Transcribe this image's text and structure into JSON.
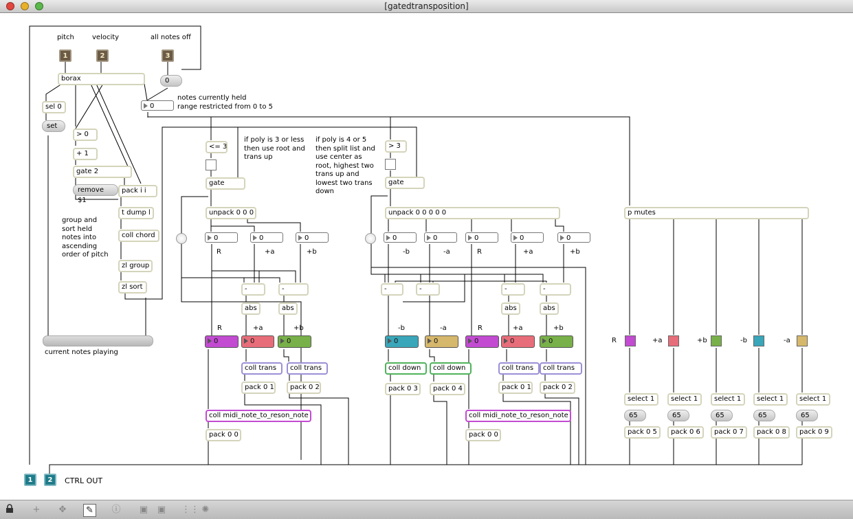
{
  "window": {
    "title": "[gatedtransposition]"
  },
  "inlets": {
    "pitch": {
      "num": "1",
      "label": "pitch"
    },
    "velocity": {
      "num": "2",
      "label": "velocity"
    },
    "all_notes_off": {
      "num": "3",
      "label": "all notes off"
    }
  },
  "objects": {
    "borax": "borax",
    "sel0": "sel 0",
    "gt0": "> 0",
    "plus1": "+ 1",
    "gate2": "gate 2",
    "packii": "pack i i",
    "tdump": "t dump l",
    "collchord": "coll chord",
    "zlgroup": "zl group",
    "zlsort": "zl sort",
    "le3": "<= 3",
    "gate_a": "gate",
    "unpack3": "unpack 0 0 0",
    "gt3": "> 3",
    "gate_b": "gate",
    "unpack5": "unpack 0 0 0 0 0",
    "pmutes": "p mutes",
    "minus": "-",
    "abs": "abs",
    "colltrans": "coll trans",
    "colldown": "coll down",
    "pack01": "pack 0 1",
    "pack02": "pack 0 2",
    "pack03": "pack 0 3",
    "pack04": "pack 0 4",
    "collmidi": "coll midi_note_to_reson_note",
    "pack00": "pack 0 0",
    "select1": "select 1",
    "pack05": "pack 0 5",
    "pack06": "pack 0 6",
    "pack07": "pack 0 7",
    "pack08": "pack 0 8",
    "pack09": "pack 0 9"
  },
  "messages": {
    "zero": "0",
    "set": "set",
    "remove": "remove $1",
    "sixtyfive": "65"
  },
  "numbers": {
    "zero": "0"
  },
  "comments": {
    "notes_held": "notes currently held\nrange restricted from 0 to 5",
    "poly_le3": "if poly is 3 or less\nthen use root and\ntrans up",
    "poly_4_5": "if poly is 4 or 5\nthen split list and\nuse center as\nroot, highest two\ntrans up and\nlowest two trans\ndown",
    "group_sort": "group and\nsort held\nnotes into\nascending\norder of pitch",
    "current_notes": "current notes playing",
    "ctrl_out": "CTRL OUT"
  },
  "labels": {
    "R": "R",
    "pa": "+a",
    "pb": "+b",
    "mb": "-b",
    "ma": "-a"
  },
  "outlets": {
    "one": "1",
    "two": "2"
  },
  "colors": {
    "R": "#c24bd1",
    "pa": "#e86d7a",
    "pb": "#78b049",
    "mb": "#3aa6b9",
    "ma": "#d6b86c",
    "box_border": "#d4d4bb",
    "coll_trans": "#9b8fd6",
    "coll_down": "#4fb25a"
  },
  "toolbar": {
    "icons": [
      "lock-icon",
      "add-icon",
      "move-icon",
      "presentation-icon",
      "info-icon",
      "grid-icons"
    ]
  }
}
